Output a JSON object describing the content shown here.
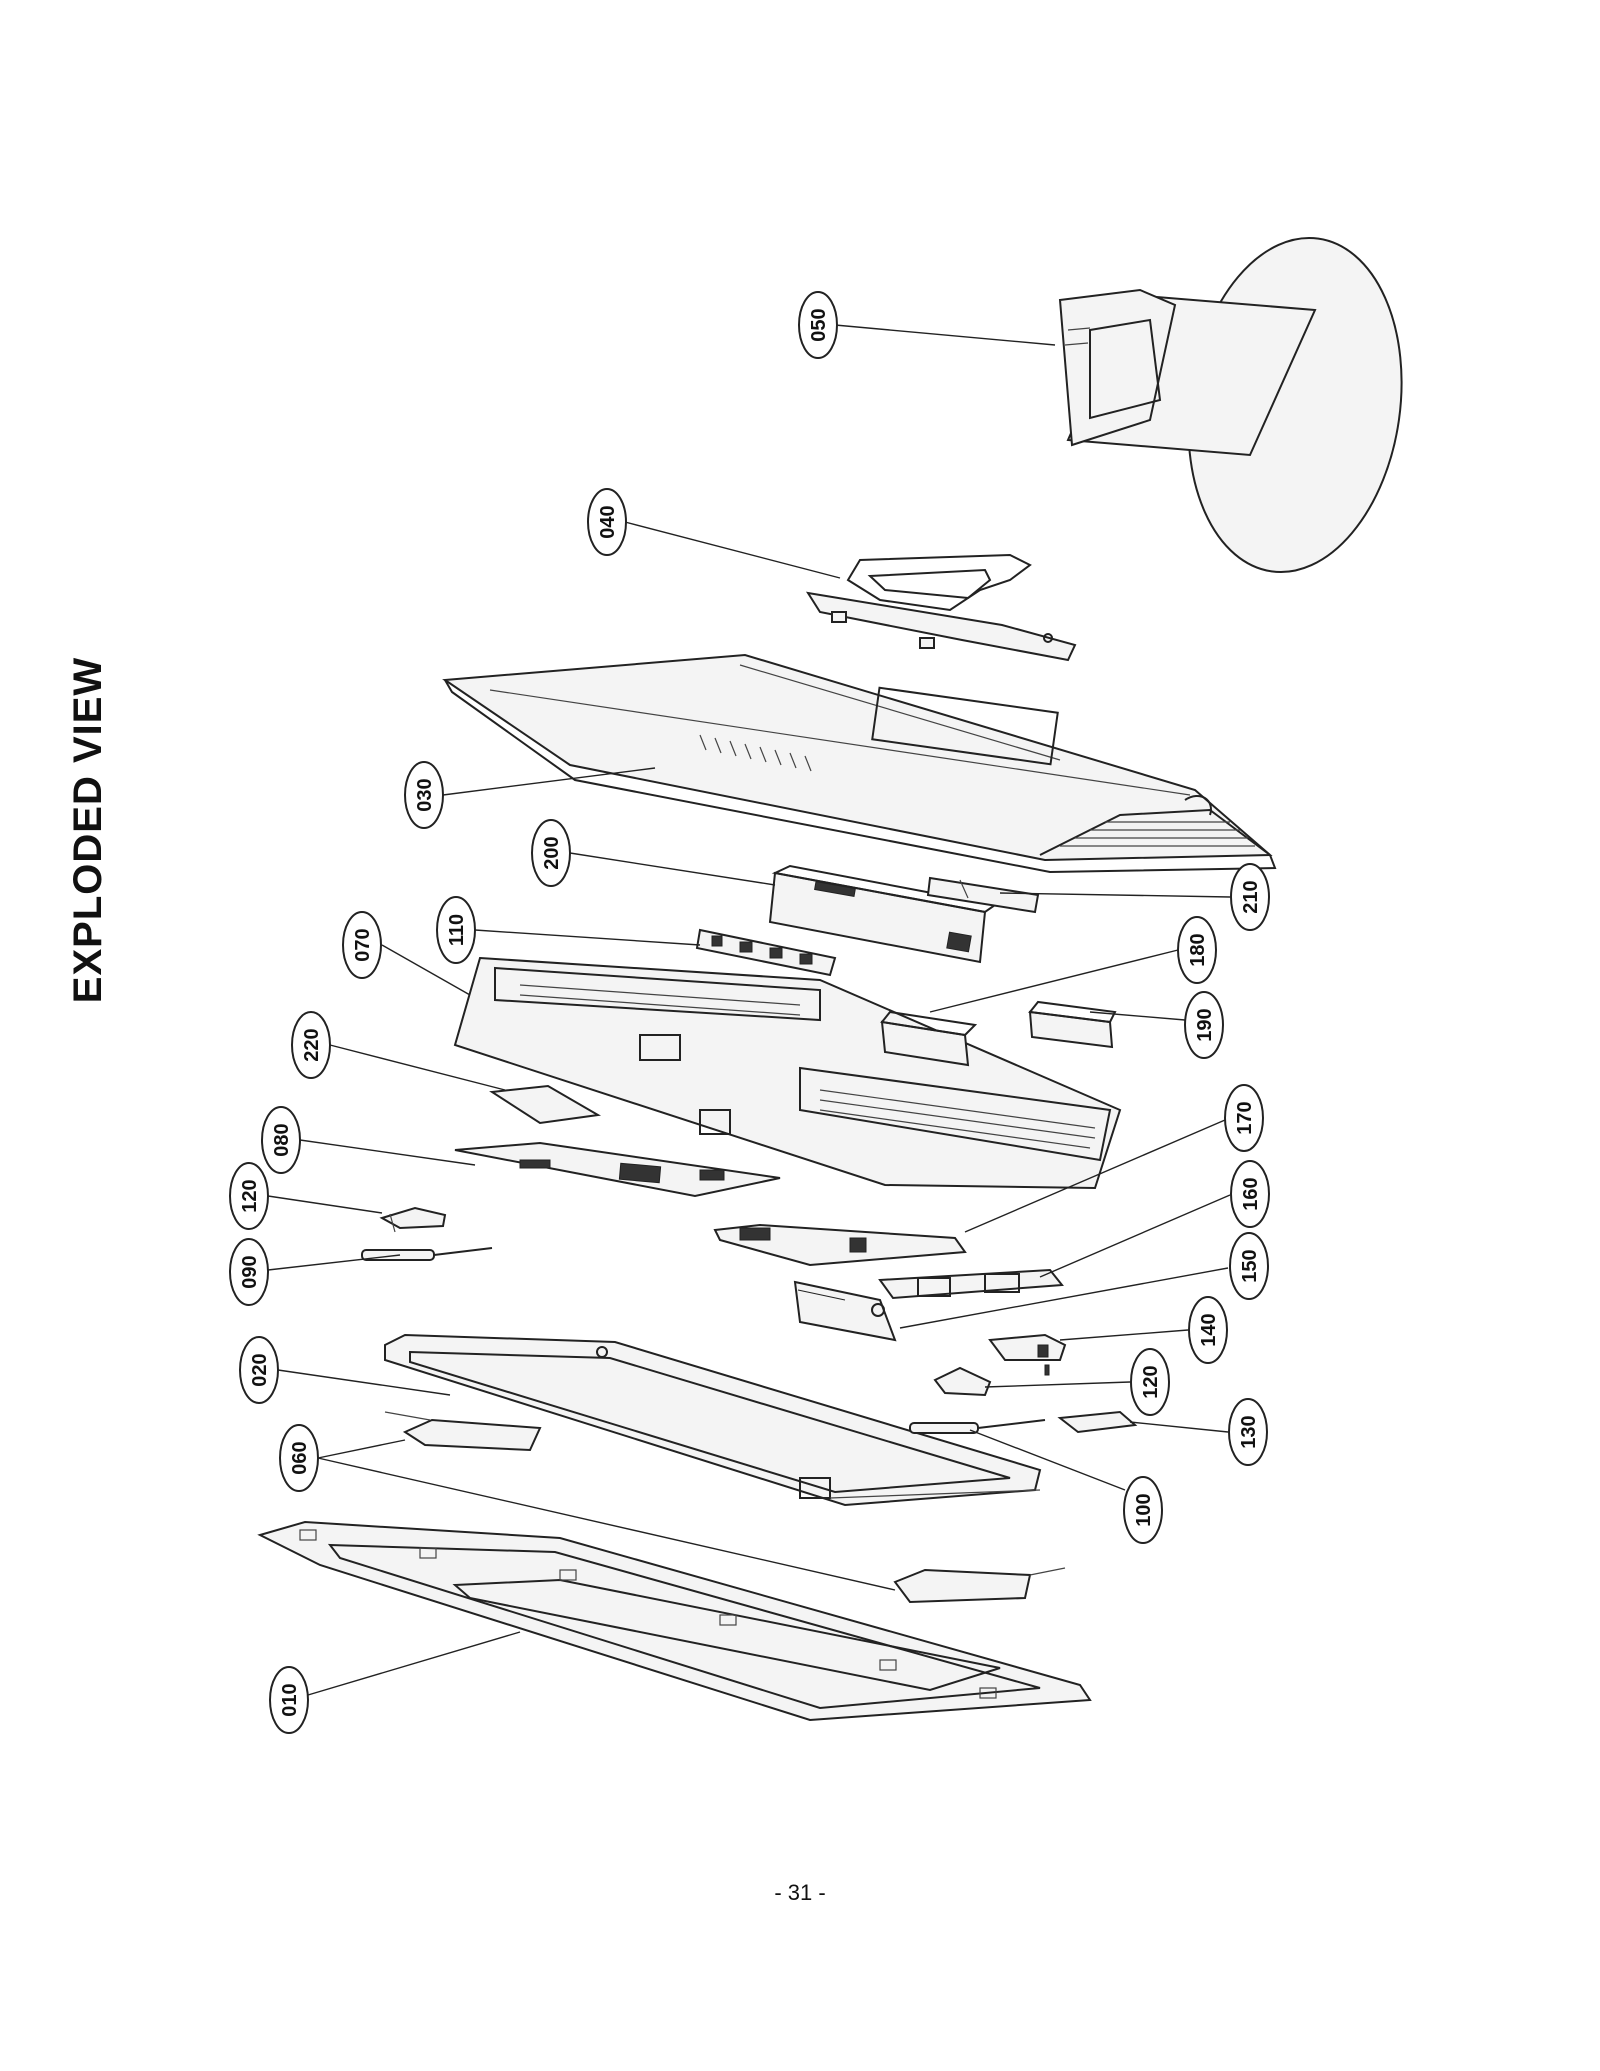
{
  "page": {
    "heading": "EXPLODED VIEW",
    "page_number": "- 31 -"
  },
  "callouts": [
    {
      "id": "c050",
      "label": "050"
    },
    {
      "id": "c040",
      "label": "040"
    },
    {
      "id": "c030",
      "label": "030"
    },
    {
      "id": "c200",
      "label": "200"
    },
    {
      "id": "c210",
      "label": "210"
    },
    {
      "id": "c110",
      "label": "110"
    },
    {
      "id": "c070",
      "label": "070"
    },
    {
      "id": "c180",
      "label": "180"
    },
    {
      "id": "c190",
      "label": "190"
    },
    {
      "id": "c220",
      "label": "220"
    },
    {
      "id": "c170",
      "label": "170"
    },
    {
      "id": "c080",
      "label": "080"
    },
    {
      "id": "c160",
      "label": "160"
    },
    {
      "id": "c120a",
      "label": "120"
    },
    {
      "id": "c150",
      "label": "150"
    },
    {
      "id": "c090",
      "label": "090"
    },
    {
      "id": "c140",
      "label": "140"
    },
    {
      "id": "c020",
      "label": "020"
    },
    {
      "id": "c120b",
      "label": "120"
    },
    {
      "id": "c130",
      "label": "130"
    },
    {
      "id": "c060",
      "label": "060"
    },
    {
      "id": "c100",
      "label": "100"
    },
    {
      "id": "c010",
      "label": "010"
    }
  ]
}
